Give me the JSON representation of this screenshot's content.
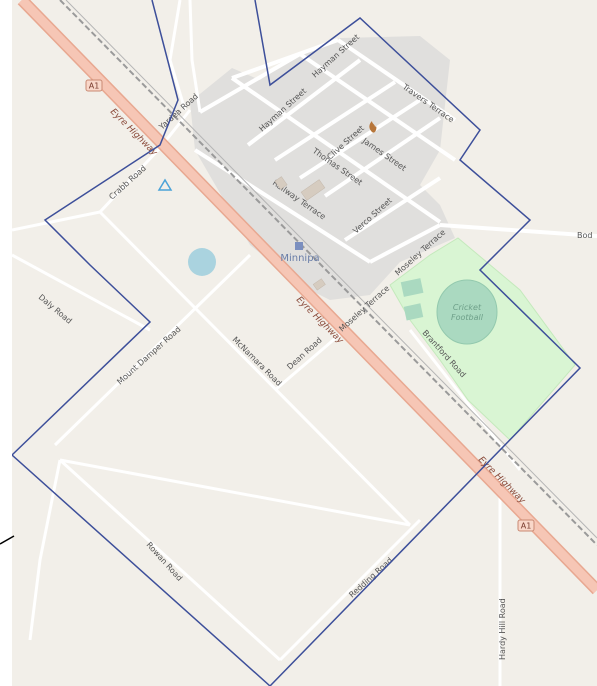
{
  "map": {
    "town_name": "Minnipa",
    "highway_shield": "A1",
    "highway_name": "Eyre Highway",
    "park_labels": [
      "Cricket",
      "Football"
    ],
    "edge_label": "Bod",
    "roads": {
      "yardea": "Yardea Road",
      "crabb": "Crabb Road",
      "hayman_upper": "Hayman Street",
      "hayman_lower": "Hayman Street",
      "travers": "Travers Terrace",
      "clive": "Clive Street",
      "james": "James Street",
      "thomas": "Thomas Street",
      "railway": "Railway Terrace",
      "verco": "Verco Street",
      "moseley_upper": "Moseley Terrace",
      "moseley_lower": "Moseley Terrace",
      "daly": "Daly Road",
      "mount_damper": "Mount Damper Road",
      "mcnamara": "McNamara Road",
      "dean": "Dean Road",
      "brantford": "Brantford Road",
      "rowan": "Rowan Road",
      "redding": "Redding Road",
      "hardy_hill": "Hardy Hill Road"
    },
    "colors": {
      "land": "#f2efe9",
      "highway": "#f6c6b5",
      "highway_casing": "#e8a891",
      "road": "#ffffff",
      "railway": "#9a9a9a",
      "town_area": "#e0dfdd",
      "park": "#d9f5d3",
      "pitch": "#aad9c0",
      "water": "#aad3df",
      "boundary": "#3d4f9a"
    }
  }
}
